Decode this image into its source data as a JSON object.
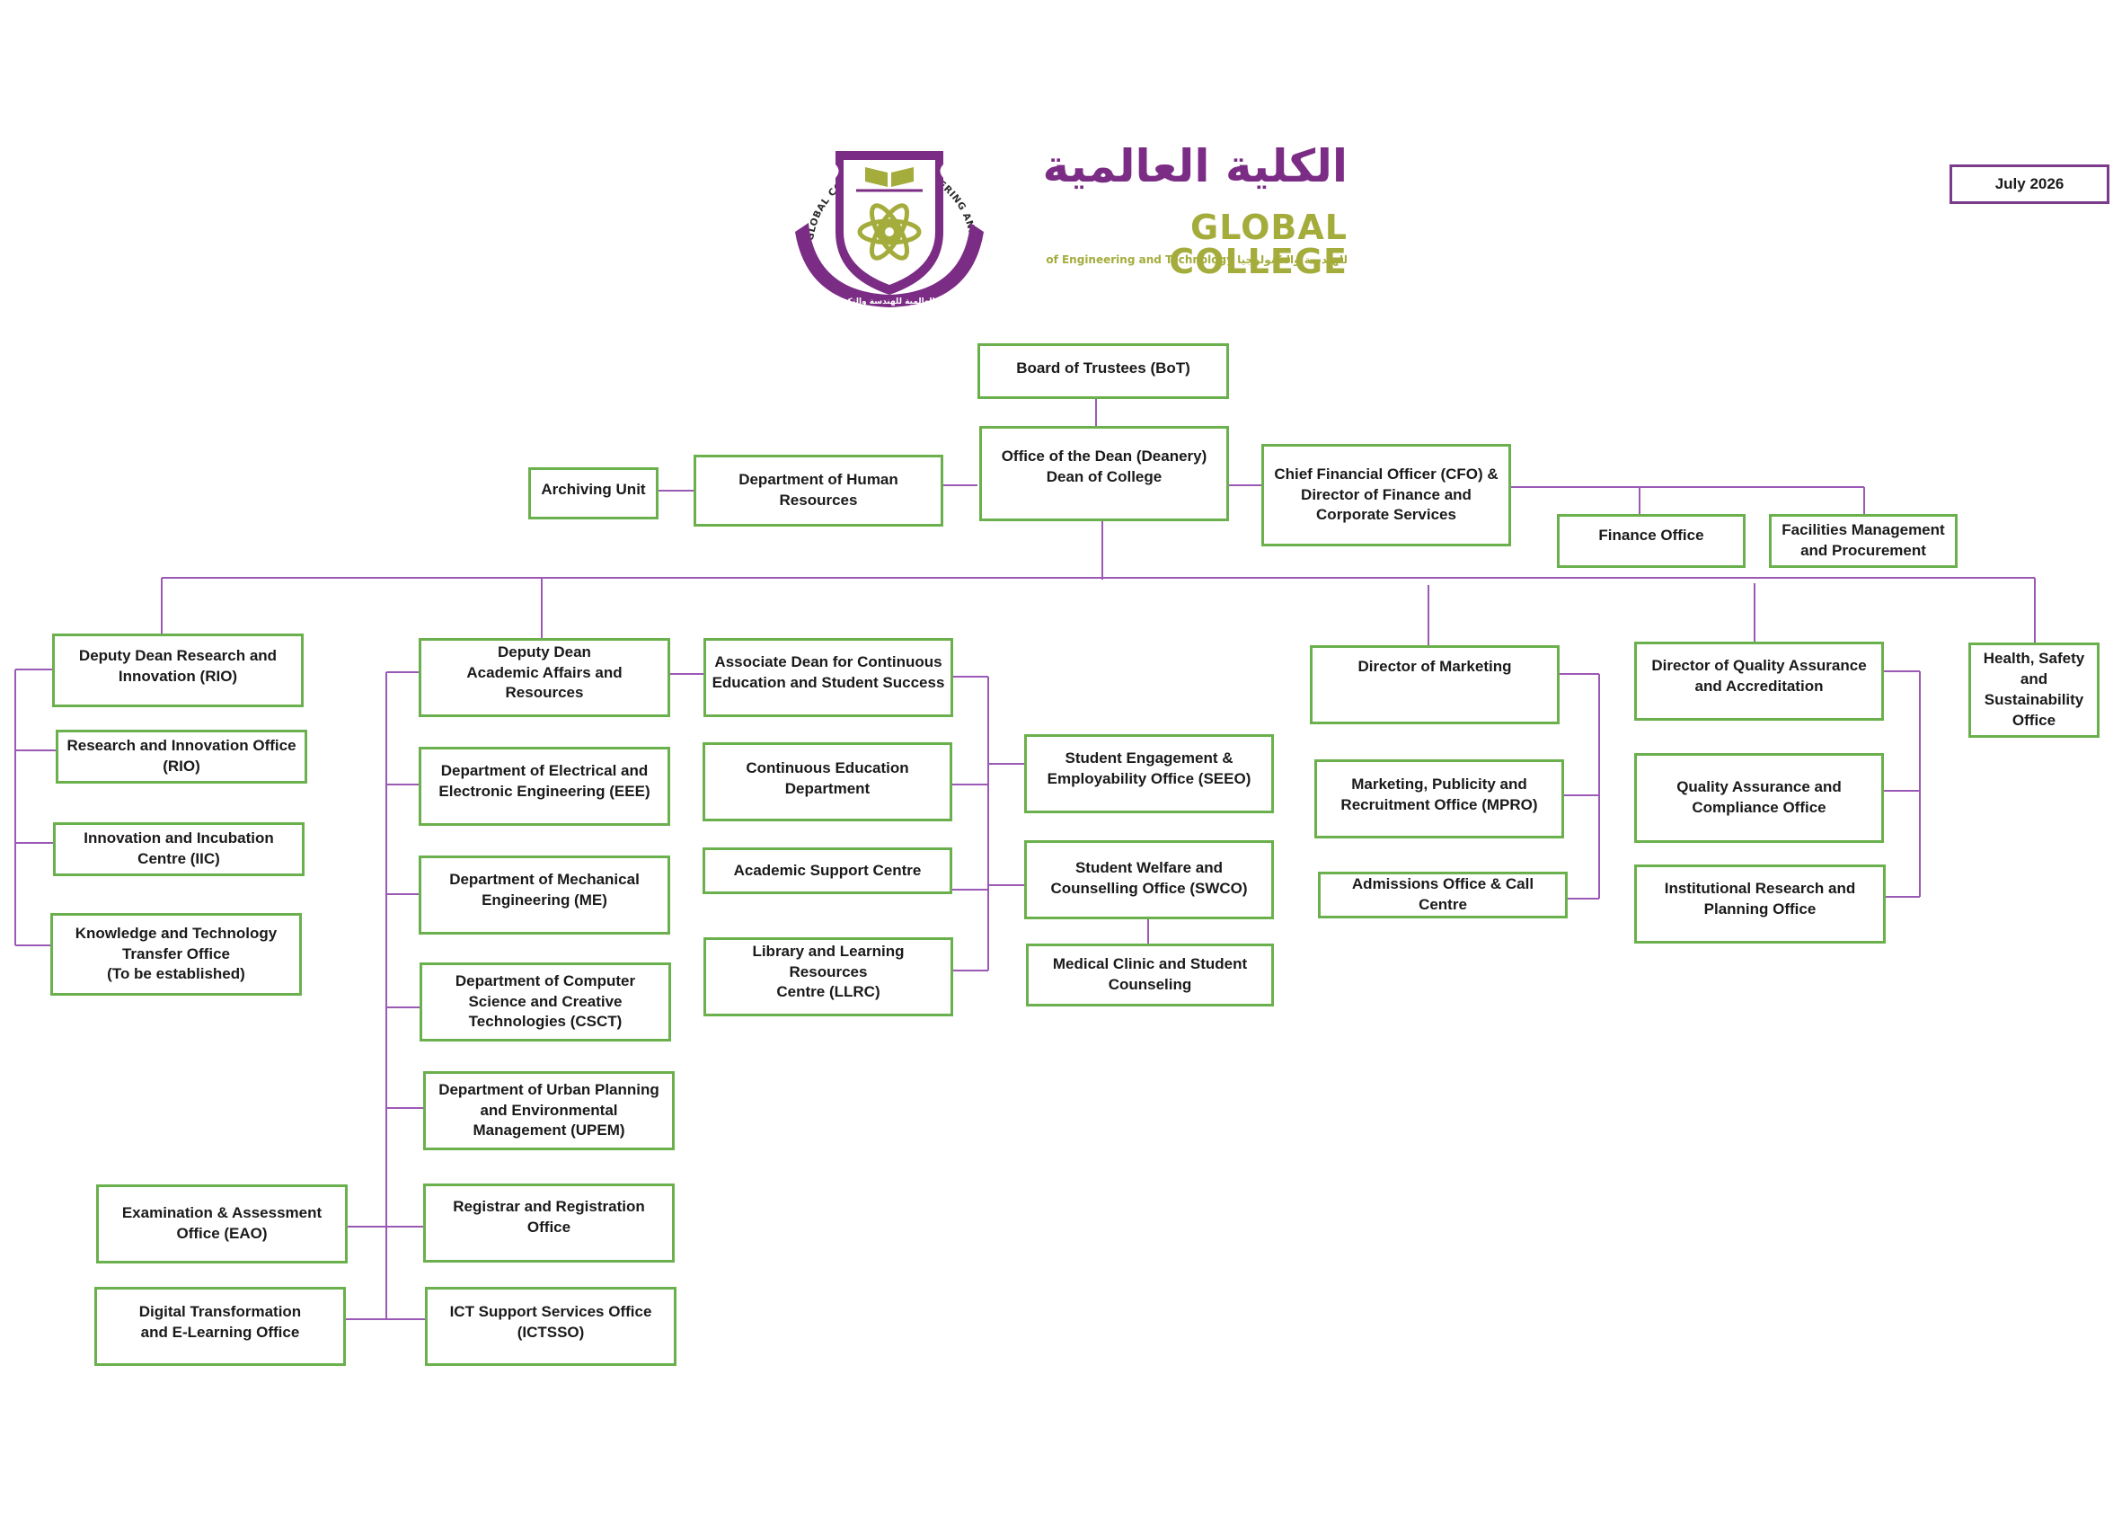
{
  "header": {
    "brand_ar": "الكلية العالمية",
    "brand_en": "GLOBAL COLLEGE",
    "brand_sub": "of Engineering and Technology   للهندسة والتكنولوجيا",
    "seal_text_en": "GLOBAL COLLEGE OF ENGINEERING AND TECHNOLOGY",
    "seal_text_ar": "الكلية العالمية للهندسة والتكنولوجيا",
    "date": "July 2026"
  },
  "colors": {
    "box_border": "#6ab04c",
    "connector": "#9b59b6",
    "brand_purple": "#7b2c85",
    "brand_olive": "#a4ac3c"
  },
  "org": {
    "bot": "Board of Trustees (BoT)",
    "dean": "Office of the Dean (Deanery)\nDean of College",
    "hr": "Department of Human\nResources",
    "archiving": "Archiving Unit",
    "cfo": "Chief Financial Officer (CFO) &\nDirector of Finance and\nCorporate Services",
    "finance_office": "Finance Office",
    "facilities": "Facilities Management\nand Procurement",
    "dd_rio": "Deputy Dean Research and\nInnovation (RIO)",
    "rio_office": "Research and Innovation Office\n(RIO)",
    "iic": "Innovation and Incubation\nCentre (IIC)",
    "ktto": "Knowledge and Technology\nTransfer Office\n(To be established)",
    "dd_aar": "Deputy Dean\nAcademic Affairs and Resources",
    "eee": "Department of Electrical and\nElectronic Engineering (EEE)",
    "me": "Department of Mechanical\nEngineering (ME)",
    "csct": "Department of Computer\nScience and Creative\nTechnologies (CSCT)",
    "upem": "Department of Urban Planning\nand Environmental\nManagement (UPEM)",
    "registrar": "Registrar and Registration\nOffice",
    "ictsso": "ICT Support Services Office\n(ICTSSO)",
    "eao": "Examination & Assessment\nOffice (EAO)",
    "dtel": "Digital Transformation\nand E-Learning Office",
    "ad_cess": "Associate Dean for Continuous\nEducation and Student Success",
    "ced": "Continuous Education\nDepartment",
    "asc": "Academic Support Centre",
    "llrc": "Library and Learning Resources\nCentre (LLRC)",
    "seeo": "Student Engagement &\nEmployability Office (SEEO)",
    "swco": "Student Welfare and\nCounselling Office (SWCO)",
    "medical": "Medical Clinic and Student\nCounseling",
    "dir_marketing": "Director of Marketing",
    "mpro": "Marketing, Publicity and\nRecruitment Office (MPRO)",
    "admissions": "Admissions Office & Call Centre",
    "dir_qa": "Director of Quality Assurance\nand Accreditation",
    "qac": "Quality Assurance and\nCompliance Office",
    "irp": "Institutional Research and\nPlanning Office",
    "hss": "Health, Safety\nand\nSustainability\nOffice"
  }
}
